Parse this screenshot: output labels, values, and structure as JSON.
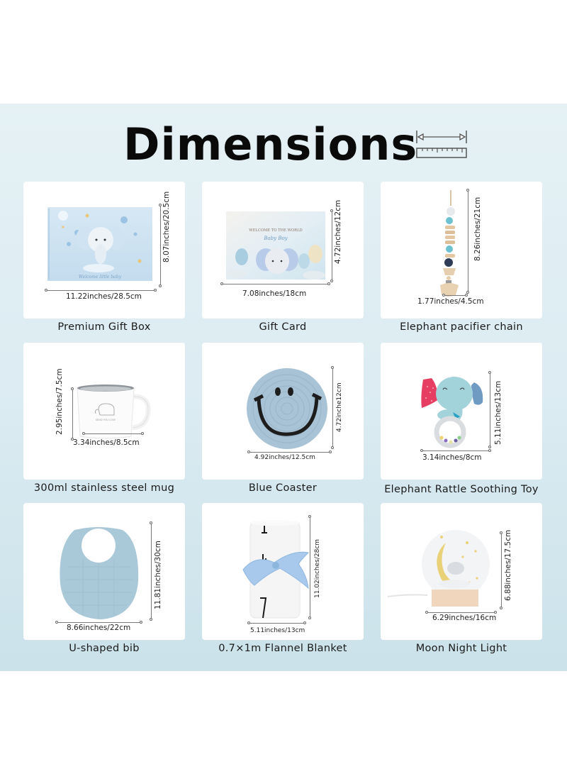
{
  "header": {
    "title": "Dimensions",
    "icon": "ruler-measure-icon"
  },
  "colors": {
    "panel_top": "#e5f1f5",
    "panel_bottom": "#cbe2ea",
    "card": "#ffffff",
    "text": "#0a0a0a",
    "product_blue": "#a9c6d8"
  },
  "items": [
    {
      "name": "Premium Gift Box",
      "width": "11.22inches/28.5cm",
      "height": "8.07inches/20.5cm",
      "image": "elephant-gift-box-image",
      "box_text": "Welcome little baby"
    },
    {
      "name": "Gift Card",
      "width": "7.08inches/18cm",
      "height": "4.72inches/12cm",
      "image": "elephant-gift-card-image",
      "card_line1": "WELCOME TO THE WORLD",
      "card_line2": "Baby Boy"
    },
    {
      "name": "Elephant pacifier chain",
      "width": "1.77inches/4.5cm",
      "height": "8.26inches/21cm",
      "image": "pacifier-chain-image"
    },
    {
      "name": "300ml stainless steel mug",
      "width": "3.34inches/8.5cm",
      "height": "2.95inches/7.5cm",
      "image": "mug-image"
    },
    {
      "name": "Blue Coaster",
      "width": "4.92inches/12.5cm",
      "height": "4.72inche12cm",
      "image": "smiley-coaster-image"
    },
    {
      "name": "Elephant Rattle Soothing Toy",
      "width": "3.14inches/8cm",
      "height": "5.11inches/13cm",
      "image": "elephant-rattle-image"
    },
    {
      "name": "U-shaped bib",
      "width": "8.66inches/22cm",
      "height": "11.81inches/30cm",
      "image": "bib-image"
    },
    {
      "name": "0.7×1m Flannel Blanket",
      "width": "5.11inches/13cm",
      "height": "11.02inches/28cm",
      "image": "rolled-blanket-image"
    },
    {
      "name": "Moon Night Light",
      "width": "6.29inches/16cm",
      "height": "6.88inches/17.5cm",
      "image": "moon-night-light-image"
    }
  ]
}
